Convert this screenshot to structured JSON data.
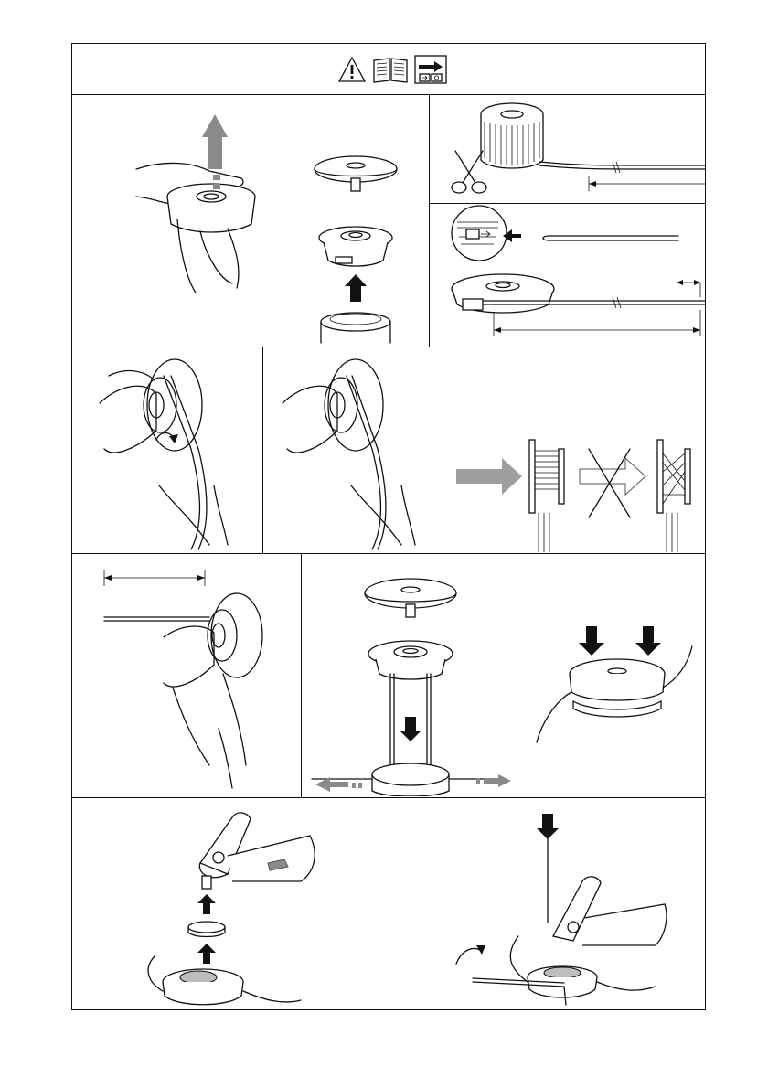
{
  "header": {
    "icons": [
      "warning-triangle-icon",
      "manual-book-icon",
      "remove-power-icon"
    ]
  },
  "colors": {
    "line": "#111111",
    "arrow_gray": "#8a8a8a",
    "fill_light": "#bdbdbd"
  },
  "steps": [
    {
      "id": "remove-spool-cover"
    },
    {
      "id": "cut-trimmer-line"
    },
    {
      "id": "insert-line-into-spool"
    },
    {
      "id": "wind-line-onto-spool"
    },
    {
      "id": "wind-correct-vs-wrong"
    },
    {
      "id": "leave-line-length"
    },
    {
      "id": "reassemble-head"
    },
    {
      "id": "press-cover-down"
    },
    {
      "id": "mount-head-to-gearbox"
    },
    {
      "id": "tighten-with-rod"
    }
  ]
}
